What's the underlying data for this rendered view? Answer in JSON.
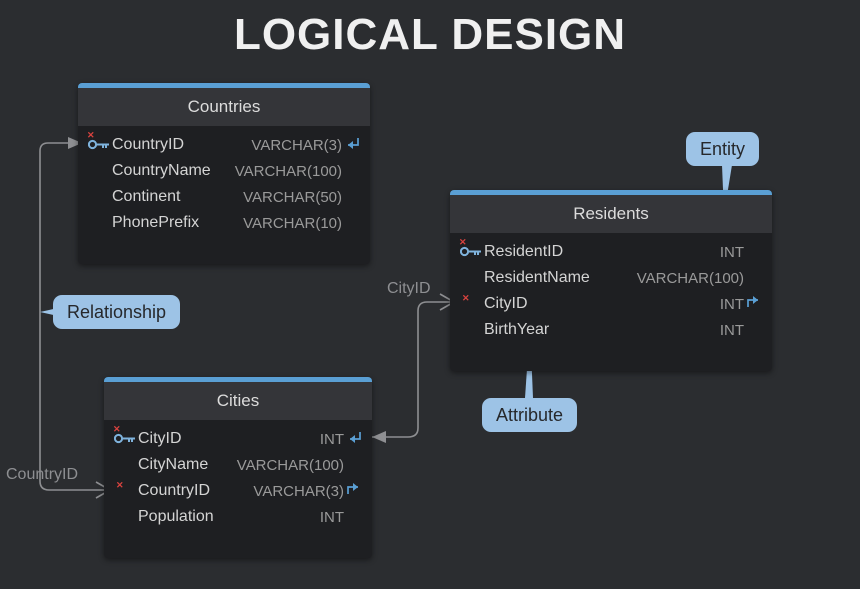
{
  "page": {
    "title": "LOGICAL DESIGN",
    "background": "#2b2d30",
    "accent": "#5a9fd4",
    "callout_color": "#9dc3e6"
  },
  "tables": [
    {
      "name": "Countries",
      "fields": [
        {
          "name": "CountryID",
          "type": "VARCHAR(3)",
          "pk": true,
          "fk_in": true,
          "fk_out": false
        },
        {
          "name": "CountryName",
          "type": "VARCHAR(100)",
          "pk": false,
          "fk_in": false,
          "fk_out": false
        },
        {
          "name": "Continent",
          "type": "VARCHAR(50)",
          "pk": false,
          "fk_in": false,
          "fk_out": false
        },
        {
          "name": "PhonePrefix",
          "type": "VARCHAR(10)",
          "pk": false,
          "fk_in": false,
          "fk_out": false
        }
      ]
    },
    {
      "name": "Residents",
      "fields": [
        {
          "name": "ResidentID",
          "type": "INT",
          "pk": true,
          "fk_in": false,
          "fk_out": false
        },
        {
          "name": "ResidentName",
          "type": "VARCHAR(100)",
          "pk": false,
          "fk_in": false,
          "fk_out": false
        },
        {
          "name": "CityID",
          "type": "INT",
          "pk": false,
          "fk_in": false,
          "fk_out": true
        },
        {
          "name": "BirthYear",
          "type": "INT",
          "pk": false,
          "fk_in": false,
          "fk_out": false
        }
      ]
    },
    {
      "name": "Cities",
      "fields": [
        {
          "name": "CityID",
          "type": "INT",
          "pk": true,
          "fk_in": true,
          "fk_out": false
        },
        {
          "name": "CityName",
          "type": "VARCHAR(100)",
          "pk": false,
          "fk_in": false,
          "fk_out": false
        },
        {
          "name": "CountryID",
          "type": "VARCHAR(3)",
          "pk": false,
          "fk_in": false,
          "fk_out": true
        },
        {
          "name": "Population",
          "type": "INT",
          "pk": false,
          "fk_in": false,
          "fk_out": false
        }
      ]
    }
  ],
  "callouts": [
    {
      "label": "Entity",
      "points": "down"
    },
    {
      "label": "Relationship",
      "points": "left"
    },
    {
      "label": "Attribute",
      "points": "up"
    }
  ],
  "relationship_labels": [
    {
      "label": "CityID"
    },
    {
      "label": "CountryID"
    }
  ]
}
